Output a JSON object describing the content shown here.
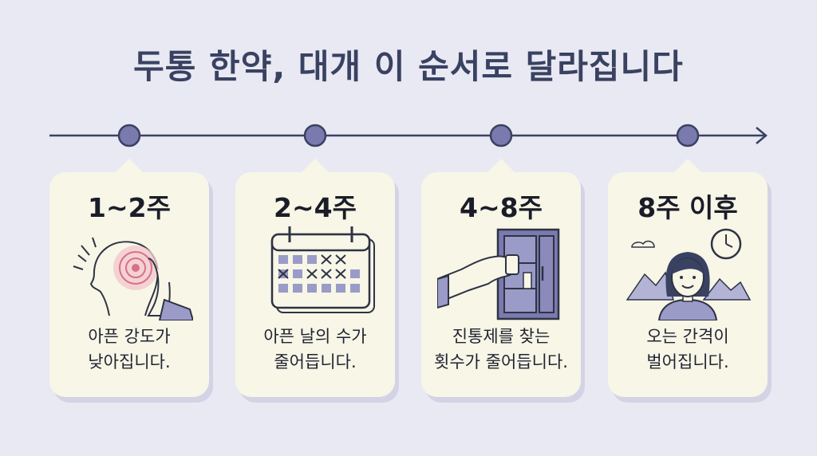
{
  "title": "두통 한약, 대개 이 순서로 달라집니다",
  "colors": {
    "background": "#e9e9f3",
    "title": "#3a4262",
    "timeline": "#3a4262",
    "node": "#7a7aae",
    "card": "#f7f6e7",
    "accent_purple": "#9b9bc8"
  },
  "stages": [
    {
      "period": "1~2주",
      "icon": "headache-icon",
      "description": [
        "아픈 강도가",
        "낮아집니다."
      ]
    },
    {
      "period": "2~4주",
      "icon": "calendar-icon",
      "description": [
        "아픈 날의 수가",
        "줄어듭니다."
      ]
    },
    {
      "period": "4~8주",
      "icon": "medicine-cabinet-icon",
      "description": [
        "진통제를 찾는",
        "횟수가 줄어듭니다."
      ]
    },
    {
      "period": "8주 이후",
      "icon": "relaxed-person-icon",
      "description": [
        "오는 간격이",
        "벌어집니다."
      ]
    }
  ]
}
